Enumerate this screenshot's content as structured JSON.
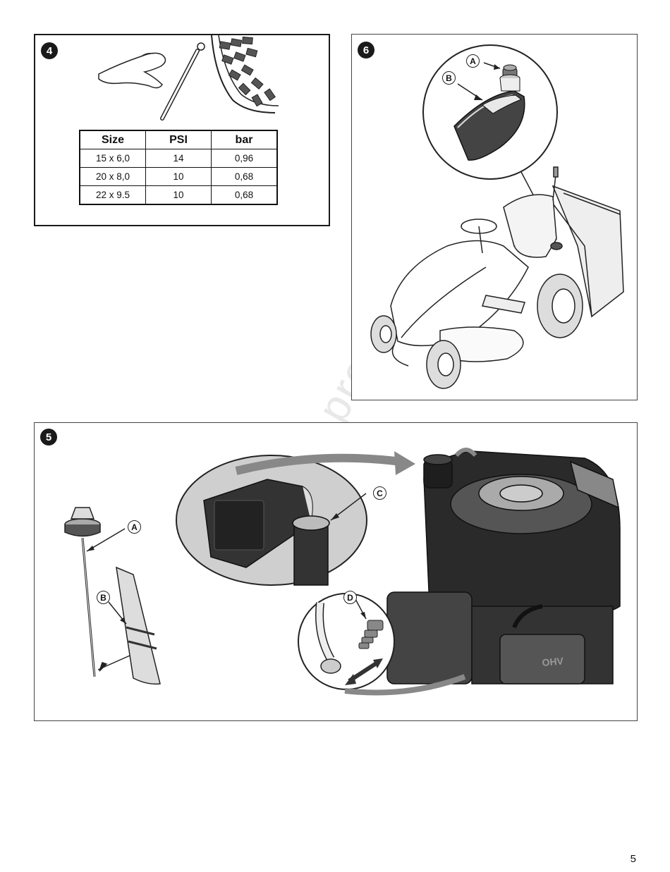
{
  "watermark": {
    "text": "for producti"
  },
  "figure_4": {
    "badge": "4",
    "table": {
      "headers": [
        "Size",
        "PSI",
        "bar"
      ],
      "rows": [
        [
          "15 x 6,0",
          "14",
          "0,96"
        ],
        [
          "20 x 8,0",
          "10",
          "0,68"
        ],
        [
          "22 x 9.5",
          "10",
          "0,68"
        ]
      ]
    }
  },
  "figure_6": {
    "badge": "6",
    "callouts": {
      "a": "A",
      "b": "B"
    }
  },
  "figure_5": {
    "badge": "5",
    "callouts": {
      "a": "A",
      "b": "B",
      "c": "C",
      "d": "D"
    },
    "engine_label": "OHV"
  },
  "page_number": "5"
}
